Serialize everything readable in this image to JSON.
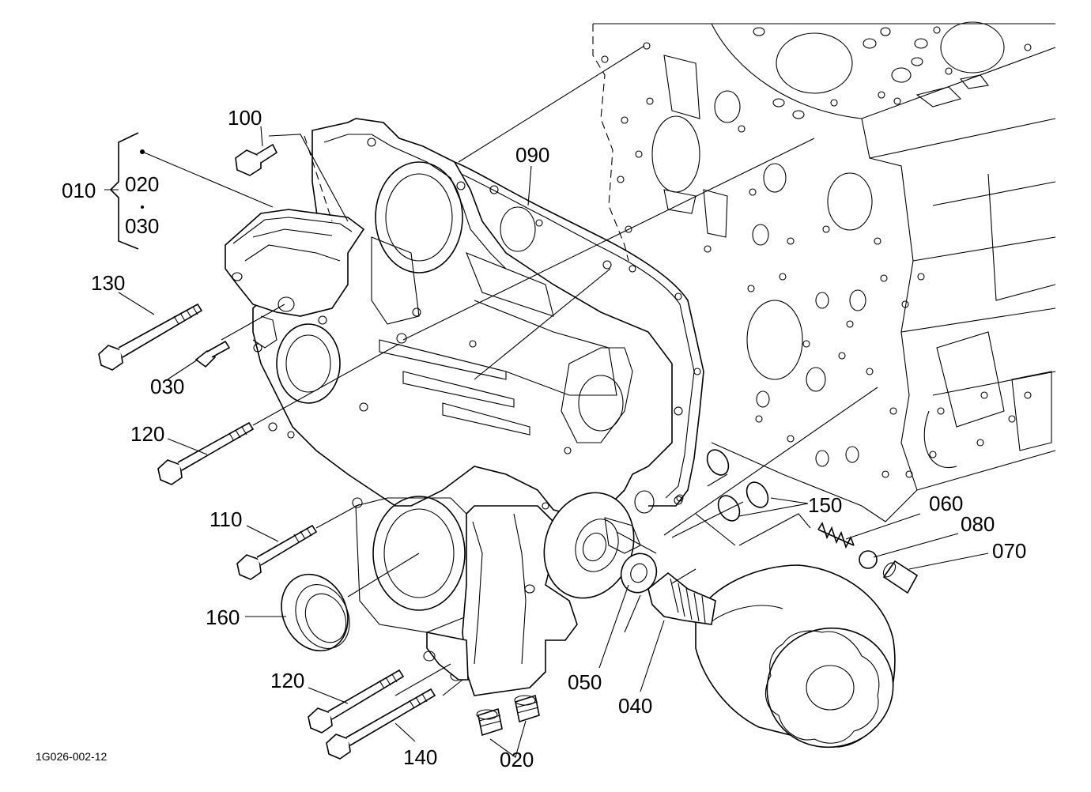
{
  "diagram": {
    "reference_code": "1G026-002-12",
    "labels": {
      "p010": "010",
      "p020_group": "020",
      "p030_group": "030",
      "p100": "100",
      "p090": "090",
      "p130": "130",
      "p030": "030",
      "p120_upper": "120",
      "p110": "110",
      "p160": "160",
      "p120_lower": "120",
      "p140": "140",
      "p020": "020",
      "p050": "050",
      "p040": "040",
      "p150": "150",
      "p060": "060",
      "p080": "080",
      "p070": "070"
    }
  }
}
